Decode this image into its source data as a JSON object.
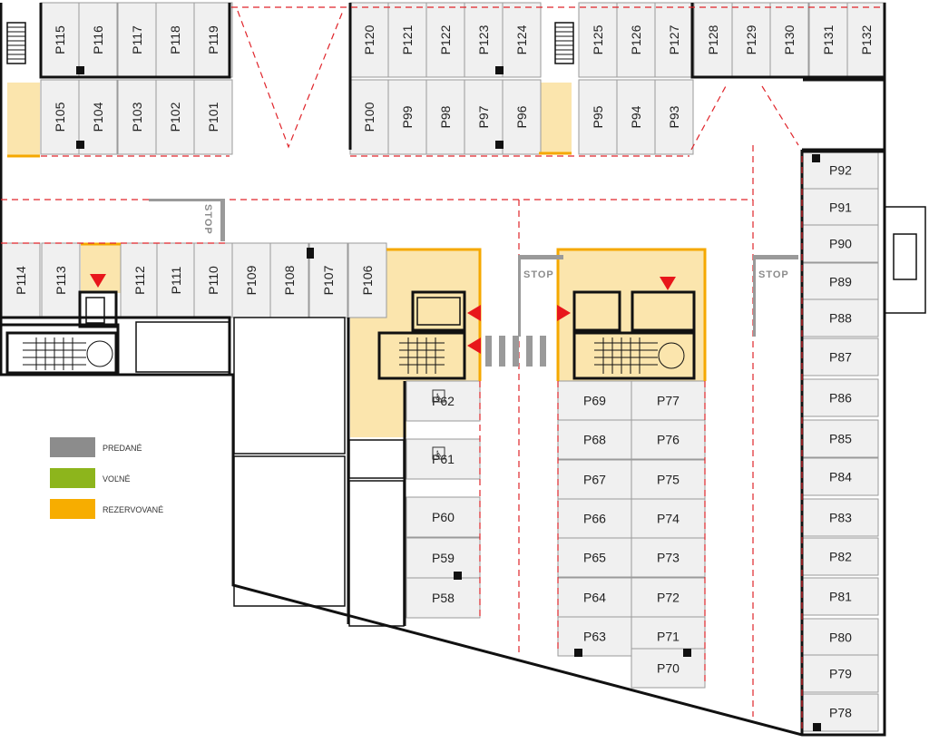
{
  "legend": [
    {
      "label": "PREDANÉ",
      "color": "#8c8c8c"
    },
    {
      "label": "VOĽNÉ",
      "color": "#8db51c"
    },
    {
      "label": "REZERVOVANÉ",
      "color": "#f7ad00"
    }
  ],
  "stop_label": "STOP",
  "spots": {
    "top_row_upper": [
      "P115",
      "P116",
      "P117",
      "P118",
      "P119",
      "P120",
      "P121",
      "P122",
      "P123",
      "P124",
      "P125",
      "P126",
      "P127",
      "P128",
      "P129",
      "P130",
      "P131",
      "P132"
    ],
    "top_row_lower": [
      "P105",
      "P104",
      "P103",
      "P102",
      "P101",
      "P100",
      "P99",
      "P98",
      "P97",
      "P96",
      "P95",
      "P94",
      "P93"
    ],
    "middle_row": [
      "P114",
      "P113",
      "P112",
      "P111",
      "P110",
      "P109",
      "P108",
      "P107",
      "P106"
    ],
    "left_column": [
      "P62",
      "P61",
      "P60",
      "P59",
      "P58"
    ],
    "center_left_column": [
      "P69",
      "P68",
      "P67",
      "P66",
      "P65",
      "P64",
      "P63"
    ],
    "center_right_column": [
      "P77",
      "P76",
      "P75",
      "P74",
      "P73",
      "P72",
      "P71",
      "P70"
    ],
    "right_column": [
      "P92",
      "P91",
      "P90",
      "P89",
      "P88",
      "P87",
      "P86",
      "P85",
      "P84",
      "P83",
      "P82",
      "P81",
      "P80",
      "P79",
      "P78"
    ]
  },
  "colors": {
    "sold": "#f0f0f0",
    "reserved": "#fbe5ad",
    "reserved_outline": "#f5a800",
    "route": "#e0242a"
  }
}
